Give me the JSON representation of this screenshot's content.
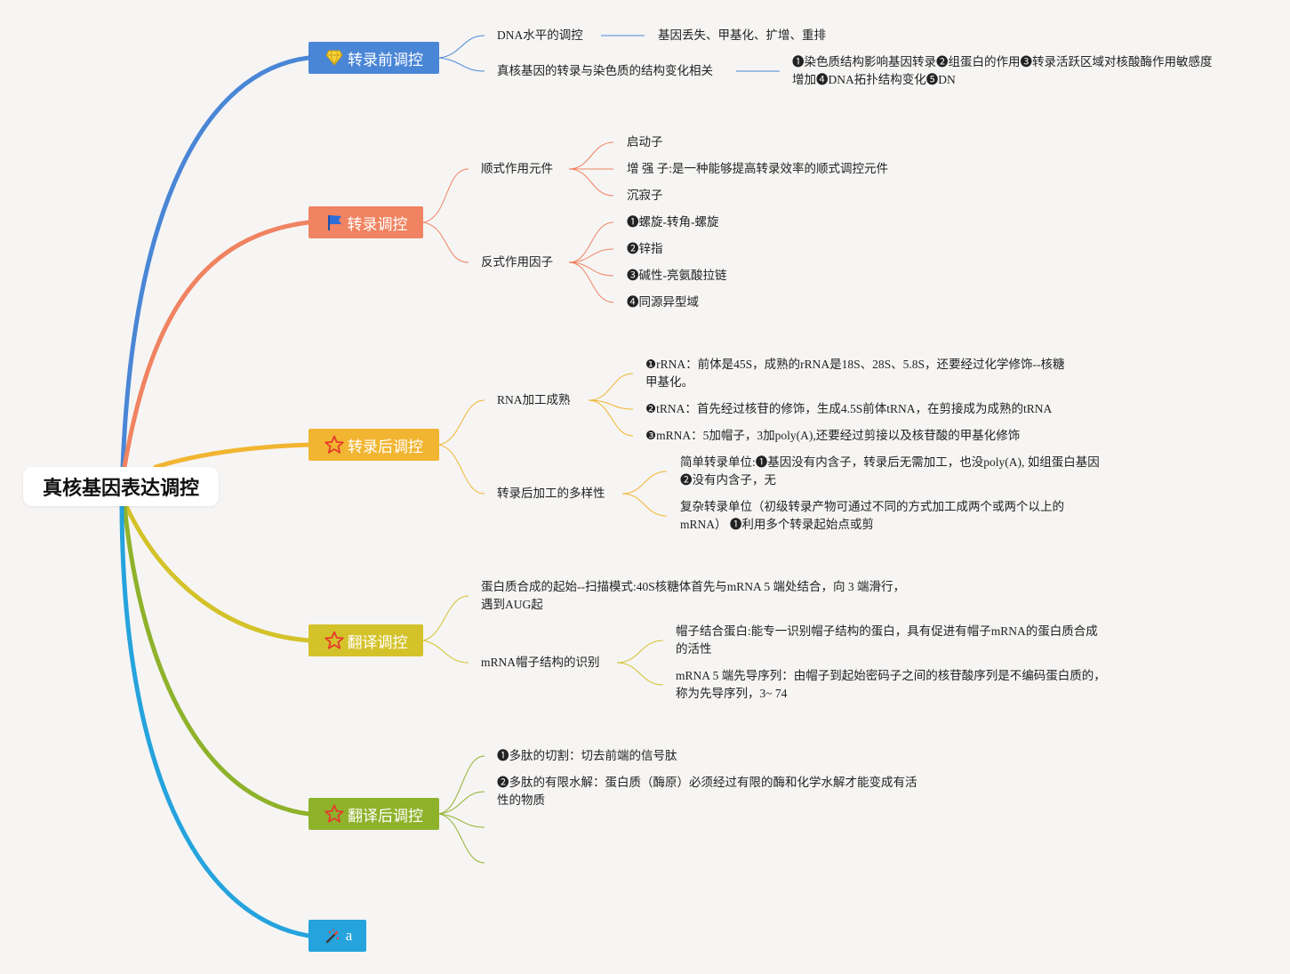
{
  "root": {
    "title": "真核基因表达调控"
  },
  "colors": {
    "pre": "#4a86d6",
    "tx": "#f08361",
    "post": "#f2b531",
    "trans": "#d4c22a",
    "posttrans": "#8fb22b",
    "extra": "#25a3dd"
  },
  "branches": {
    "pre": {
      "label": "转录前调控",
      "icon": "diamond-icon",
      "items": {
        "dna": {
          "label": "DNA水平的调控",
          "detail": "基因丢失、甲基化、扩增、重排"
        },
        "chromatin": {
          "label": "真核基因的转录与染色质的结构变化相关",
          "detail_line1": "❶染色质结构影响基因转录❷组蛋白的作用❸转录活跃区域对核酸酶作用敏感度",
          "detail_line2": "增加❹DNA拓扑结构变化❺DN"
        }
      }
    },
    "tx": {
      "label": "转录调控",
      "icon": "flag-icon",
      "cis": {
        "label": "顺式作用元件",
        "children": [
          "启动子",
          "增 强 子:是一种能够提高转录效率的顺式调控元件",
          "沉寂子"
        ]
      },
      "trans": {
        "label": "反式作用因子",
        "children": [
          "❶螺旋-转角-螺旋",
          "❷锌指",
          "❸碱性-亮氨酸拉链",
          "❹同源异型域"
        ]
      }
    },
    "post": {
      "label": "转录后调控",
      "icon": "star-icon",
      "rna": {
        "label": "RNA加工成熟",
        "rrna_line1": "❶rRNA：前体是45S，成熟的rRNA是18S、28S、5.8S，还要经过化学修饰--核糖",
        "rrna_line2": "甲基化。",
        "trna": "❷tRNA：首先经过核苷的修饰，生成4.5S前体tRNA，在剪接成为成熟的tRNA",
        "mrna": "❸mRNA：5加帽子，3加poly(A),还要经过剪接以及核苷酸的甲基化修饰"
      },
      "diversity": {
        "label": "转录后加工的多样性",
        "simple_line1": "简单转录单位:❶基因没有内含子，转录后无需加工，也没poly(A), 如组蛋白基因",
        "simple_line2": "❷没有内含子，无",
        "complex_line1": "复杂转录单位（初级转录产物可通过不同的方式加工成两个或两个以上的",
        "complex_line2": "mRNA） ❶利用多个转录起始点或剪"
      }
    },
    "trans": {
      "label": "翻译调控",
      "icon": "star-icon",
      "start_line1": "蛋白质合成的起始--扫描模式:40S核糖体首先与mRNA 5 端处结合，向 3 端滑行，",
      "start_line2": "遇到AUG起",
      "cap": {
        "label": "mRNA帽子结构的识别",
        "capbp_line1": "帽子结合蛋白:能专一识别帽子结构的蛋白，具有促进有帽子mRNA的蛋白质合成",
        "capbp_line2": "的活性",
        "leader_line1": "mRNA 5 端先导序列：由帽子到起始密码子之间的核苷酸序列是不编码蛋白质的，",
        "leader_line2": "称为先导序列，3~ 74"
      }
    },
    "posttrans": {
      "label": "翻译后调控",
      "icon": "star-icon",
      "cut": "❶多肽的切割：切去前端的信号肽",
      "hydro_line1": "❷多肽的有限水解：蛋白质（酶原）必须经过有限的酶和化学水解才能变成有活",
      "hydro_line2": "性的物质"
    },
    "extra": {
      "label": "a",
      "icon": "magic-wand-icon"
    }
  }
}
